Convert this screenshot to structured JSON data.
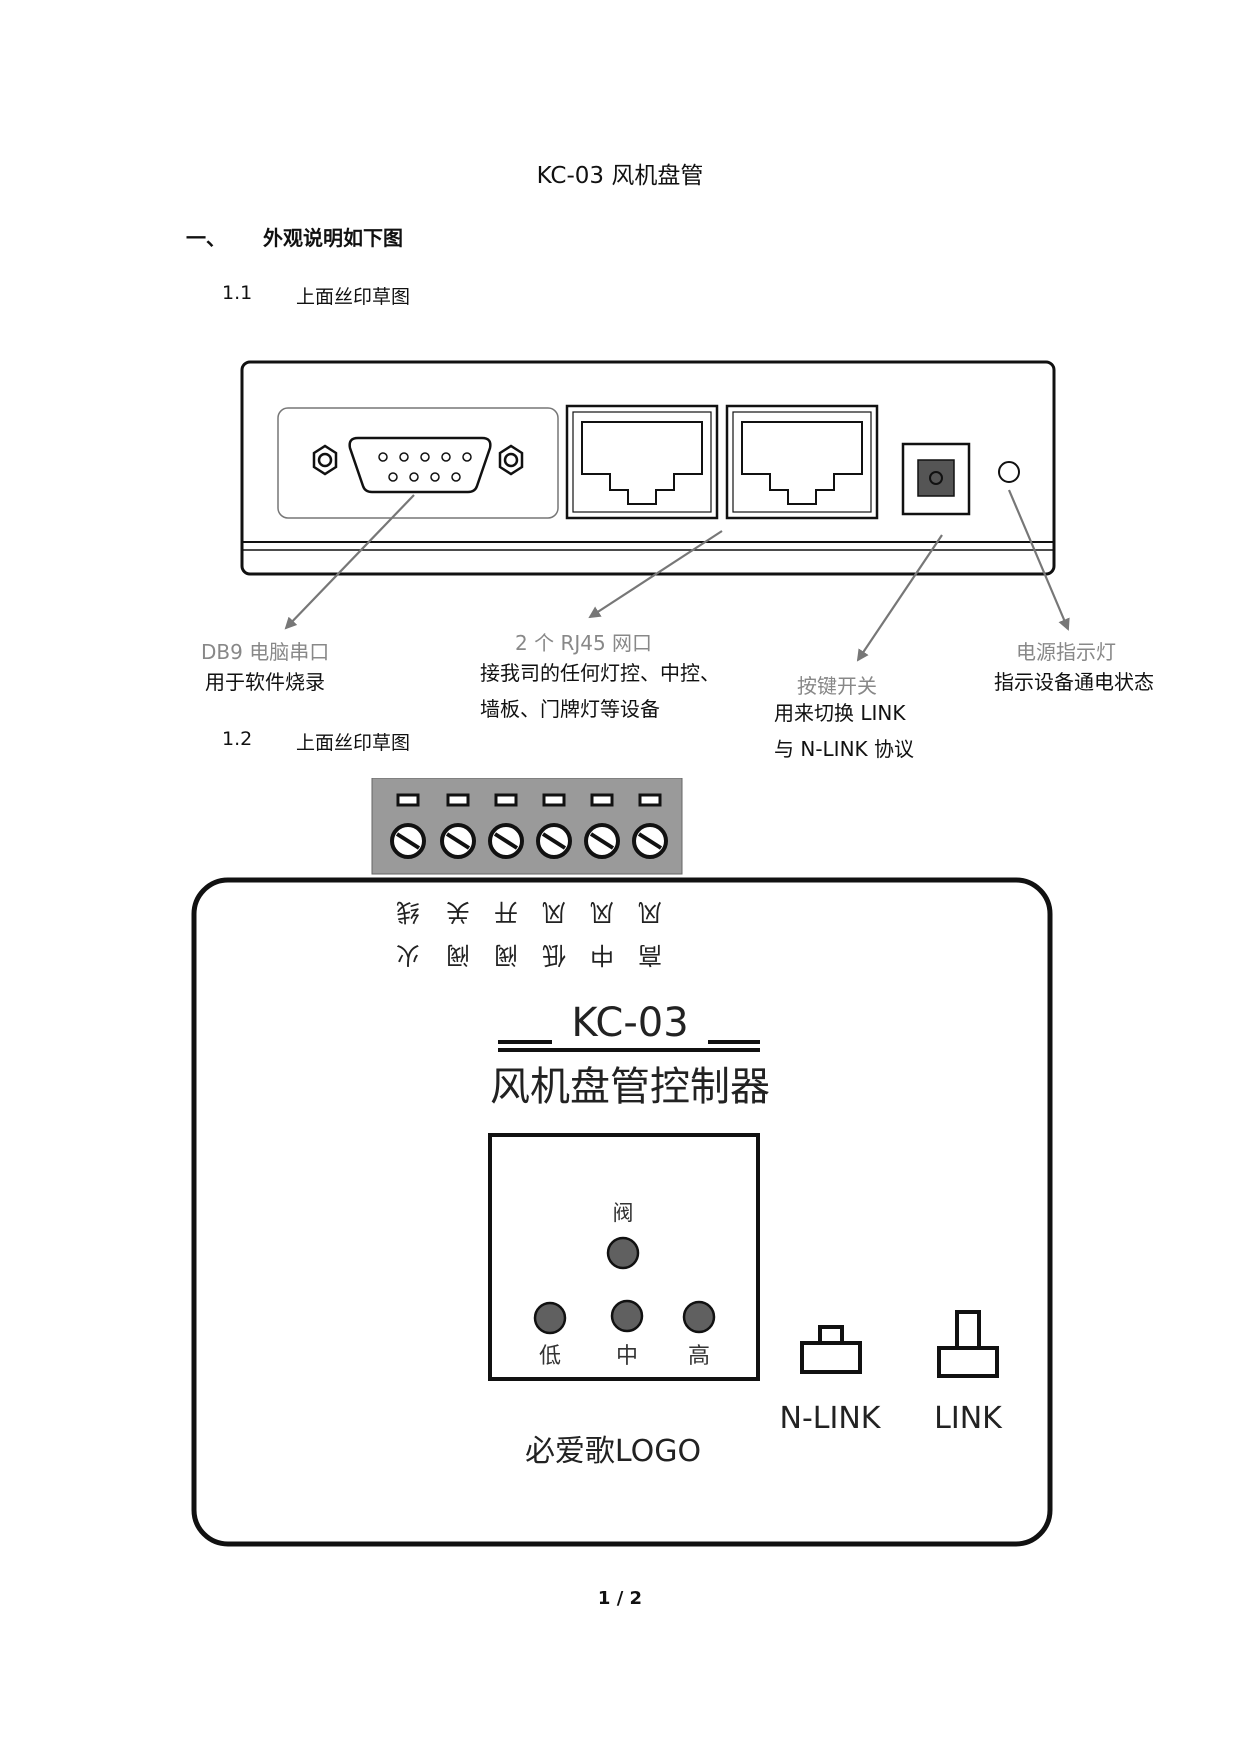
{
  "doc": {
    "title": "KC-03 风机盘管",
    "page_number": "1 / 2"
  },
  "section1": {
    "number": "一、",
    "title": "外观说明如下图"
  },
  "sub1": {
    "number": "1.1",
    "title": "上面丝印草图"
  },
  "sub2": {
    "number": "1.2",
    "title": "上面丝印草图"
  },
  "callouts": {
    "db9": {
      "name": "DB9 电脑串口",
      "desc": "用于软件烧录"
    },
    "rj45": {
      "name": "2 个 RJ45 网口",
      "desc_line1": "接我司的任何灯控、中控、",
      "desc_line2": "墙板、门牌灯等设备"
    },
    "button": {
      "name": "按键开关",
      "desc_line1": "用来切换 LINK",
      "desc_line2": "与 N-LINK 协议"
    },
    "power": {
      "name": "电源指示灯",
      "desc": "指示设备通电状态"
    }
  },
  "panel": {
    "terminal_labels": [
      {
        "top": "线",
        "bottom": "火"
      },
      {
        "top": "关",
        "bottom": "阀"
      },
      {
        "top": "开",
        "bottom": "阀"
      },
      {
        "top": "风",
        "bottom": "低"
      },
      {
        "top": "风",
        "bottom": "中"
      },
      {
        "top": "风",
        "bottom": "高"
      }
    ],
    "model": "KC-03",
    "product_name": "风机盘管控制器",
    "led_valve_label": "阀",
    "led_low_label": "低",
    "led_mid_label": "中",
    "led_high_label": "高",
    "switch_nlink_label": "N-LINK",
    "switch_link_label": "LINK",
    "logo_text": "必爱歌LOGO"
  }
}
